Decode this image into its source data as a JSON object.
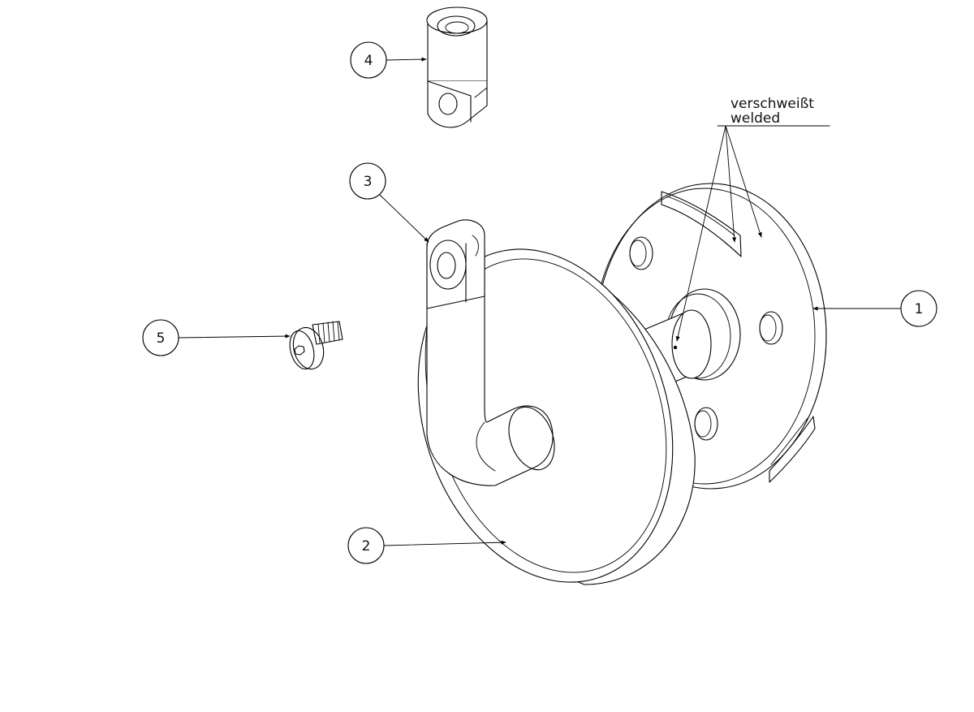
{
  "balloons": [
    {
      "id": "1",
      "label": "1"
    },
    {
      "id": "2",
      "label": "2"
    },
    {
      "id": "3",
      "label": "3"
    },
    {
      "id": "4",
      "label": "4"
    },
    {
      "id": "5",
      "label": "5"
    }
  ],
  "note": {
    "line1": "verschweißt",
    "line2": "welded"
  }
}
